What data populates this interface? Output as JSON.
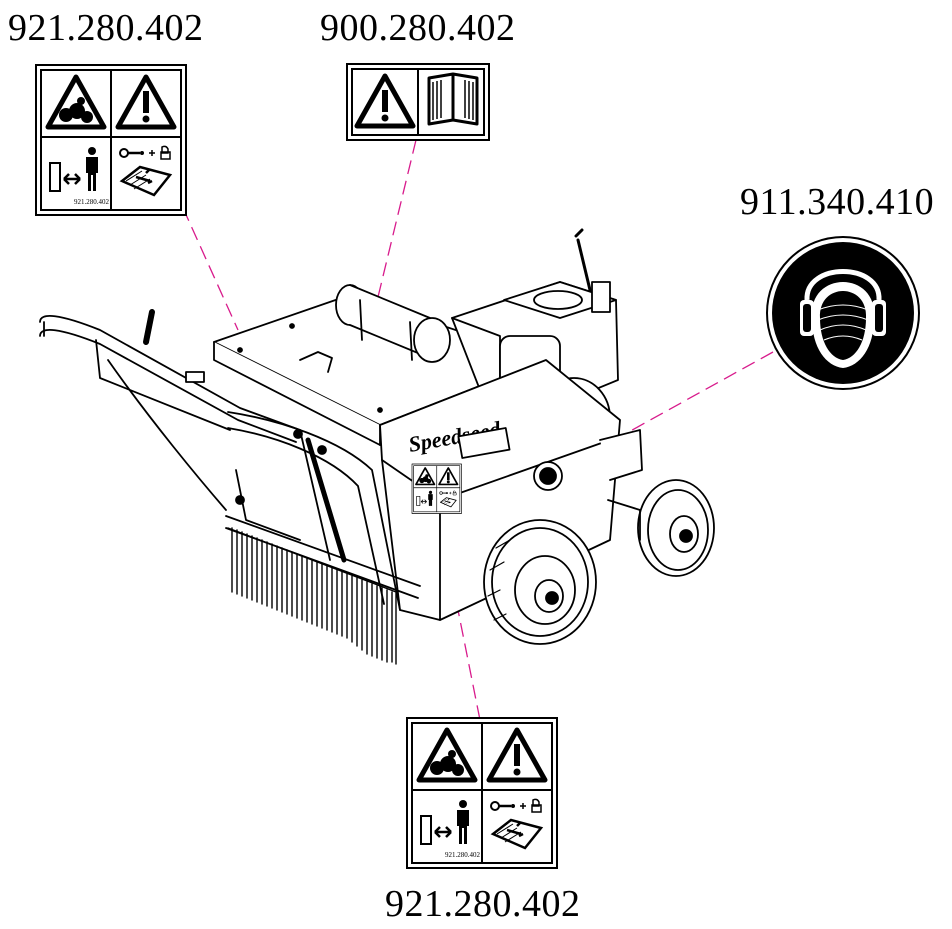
{
  "labels": {
    "top_left": {
      "part_number": "921.280.402",
      "small_print": "921.280.402"
    },
    "top_center": {
      "part_number": "900.280.402"
    },
    "right": {
      "part_number": "911.340.410"
    },
    "bottom": {
      "part_number": "921.280.402",
      "small_print": "921.280.402"
    }
  },
  "machine": {
    "brand": "Speedseed"
  },
  "colors": {
    "leader_line": "#d81b8c",
    "ink": "#000000"
  }
}
